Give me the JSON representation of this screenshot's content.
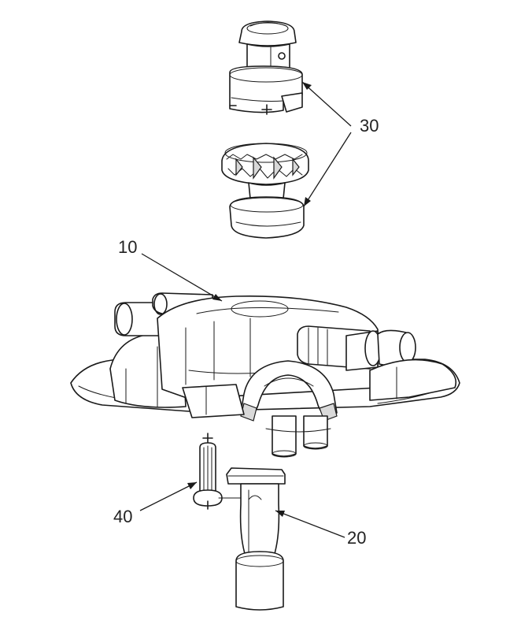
{
  "labels": {
    "part_10": "10",
    "part_20": "20",
    "part_30": "30",
    "part_40": "40"
  },
  "colors": {
    "line": "#1a1a1a",
    "background": "#ffffff"
  }
}
